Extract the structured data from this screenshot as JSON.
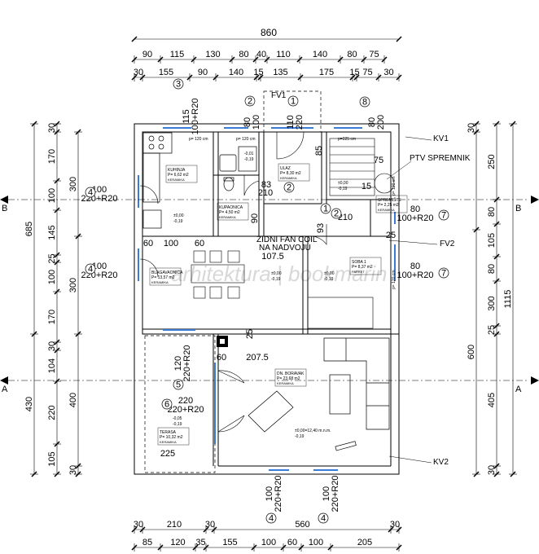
{
  "dims": {
    "top_total": "860",
    "top_row1": [
      "90",
      "115",
      "130",
      "80",
      "40",
      "110",
      "140",
      "80",
      "75"
    ],
    "top_row2": [
      "30",
      "155",
      "90",
      "140",
      "15",
      "135",
      "175",
      "15",
      "75",
      "30"
    ],
    "bottom_row1": [
      "30",
      "210",
      "30",
      "560",
      "30"
    ],
    "bottom_row2": [
      "85",
      "120",
      "35",
      "155",
      "100",
      "60",
      "100",
      "205"
    ],
    "left_row1": [
      "685",
      "430"
    ],
    "left_row2": [
      "30",
      "170",
      "100",
      "145",
      "25",
      "100",
      "170",
      "30",
      "104",
      "220",
      "105"
    ],
    "left_row3": [
      "300",
      "300",
      "400",
      "30"
    ],
    "right_row1": [
      "250",
      "80",
      "105",
      "80",
      "300",
      "25",
      "405",
      "30"
    ],
    "right_row2": [
      "30",
      "25",
      "600"
    ],
    "right_total": "1115",
    "inner": {
      "d8010": "80\n100",
      "d110220": "110\n220",
      "d80200": "80\n200",
      "d115": "115\n100+R20",
      "d85": "85",
      "d75": "75",
      "d15": "15",
      "d83": "83",
      "d210a": "210",
      "d90": "90",
      "d93": "93",
      "d210b": "210",
      "d60a": "60",
      "d100a": "100",
      "d60b": "60",
      "d1075": "107.5",
      "d25a": "25",
      "d25b": "25",
      "d120": "120\n220+R20",
      "d60c": "60",
      "d2075": "207.5",
      "d220": "220\n220+R20",
      "d225": "225",
      "d100b": "100\n220+R20",
      "d100c": "100\n220+R20",
      "d100w1": "100\n220+R20",
      "d100w2": "100\n220+R20",
      "d80w": "80\n100+R20",
      "d80w2": "80\n100+R20"
    },
    "bubbles": [
      "1",
      "2",
      "3",
      "8",
      "4",
      "4",
      "1",
      "2",
      "7",
      "7",
      "6",
      "5",
      "4",
      "4",
      "2"
    ]
  },
  "labels": {
    "fv1": "FV1",
    "kv1": "KV1",
    "kv2": "KV2",
    "fv2": "FV2",
    "ptv": "PTV SPREMNIK",
    "fancoil": "ZIDNI FAN COIL\nNA NADVOJU",
    "section_b": "B",
    "section_a": "A"
  },
  "rooms": [
    {
      "name": "KUHINJA",
      "area": "P= 6,62 m2",
      "floor": "KERAMIKA"
    },
    {
      "name": "KUPAONICA",
      "area": "P= 4,50 m2",
      "floor": "KERAMIKA"
    },
    {
      "name": "ULAZ",
      "area": "P= 8,30 m2",
      "floor": "KERAMIKA"
    },
    {
      "name": "SPREMIŠTE",
      "area": "P= 2,25 m2",
      "floor": "KERAMIKA"
    },
    {
      "name": "BLAGAVAONICA",
      "area": "P= 13,57 m2",
      "floor": "KERAMIKA"
    },
    {
      "name": "SOBA 1",
      "area": "P= 8,37 m2",
      "floor": "PARKET"
    },
    {
      "name": "DN. BORAVAK",
      "area": "P= 23,68 m2",
      "floor": "KERAMIKA"
    },
    {
      "name": "TERASA",
      "area": "P= 10,32 m2",
      "floor": "KERAMIKA"
    }
  ],
  "levels": {
    "kitchen": "±0,00\n-0,19",
    "hall": "±0,00\n-0,19",
    "dining": "±0,00\n-0,19",
    "room": "±0,00\n-0,19",
    "bath": "-0,01\n-0,19",
    "terrace": "-0,05\n-0,19",
    "living": "±0,00=12,40 m.n.m.\n-0,19"
  },
  "ceil": {
    "a": "p= 120 cm",
    "b": "p= 120 cm",
    "c": "p=225 cm",
    "d": "p= 120 cm",
    "e": "p= 120 cm"
  },
  "watermark": "arhitektura | bookmarin"
}
